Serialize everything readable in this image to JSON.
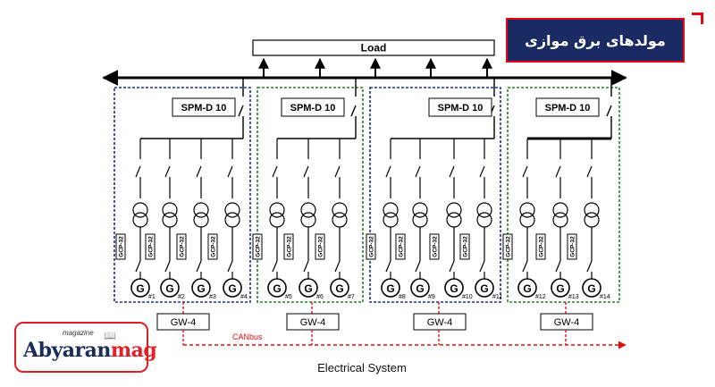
{
  "banner": {
    "title": "مولدهای برق موازی"
  },
  "logo": {
    "prefix": "Abyaran",
    "suffix": "mag",
    "small": "magazine"
  },
  "diagram": {
    "load_label": "Load",
    "canbus_label": "CANbus",
    "footer": "Electrical System",
    "groups": [
      {
        "controller": "SPM-D 10",
        "gateway": "GW-4",
        "border_color": "#1e2e9a",
        "protections": [
          "GCP-32",
          "GCP-32",
          "GCP-32",
          "GCP-32"
        ],
        "generators": [
          "#1",
          "#2",
          "#3",
          "#4"
        ]
      },
      {
        "controller": "SPM-D 10",
        "gateway": "GW-4",
        "border_color": "#2e7d32",
        "protections": [
          "GCP-32",
          "GCP-32",
          "GCP-32"
        ],
        "generators": [
          "#5",
          "#6",
          "#7"
        ]
      },
      {
        "controller": "SPM-D 10",
        "gateway": "GW-4",
        "border_color": "#1e2e9a",
        "protections": [
          "GCP-32",
          "GCP-32",
          "GCP-32",
          "GCP-32"
        ],
        "generators": [
          "#8",
          "#9",
          "#10",
          "#11"
        ]
      },
      {
        "controller": "SPM-D 10",
        "gateway": "GW-4",
        "border_color": "#2e7d32",
        "protections": [
          "GCP-32",
          "GCP-32",
          "GCP-32"
        ],
        "generators": [
          "#12",
          "#13",
          "#14"
        ]
      }
    ]
  }
}
